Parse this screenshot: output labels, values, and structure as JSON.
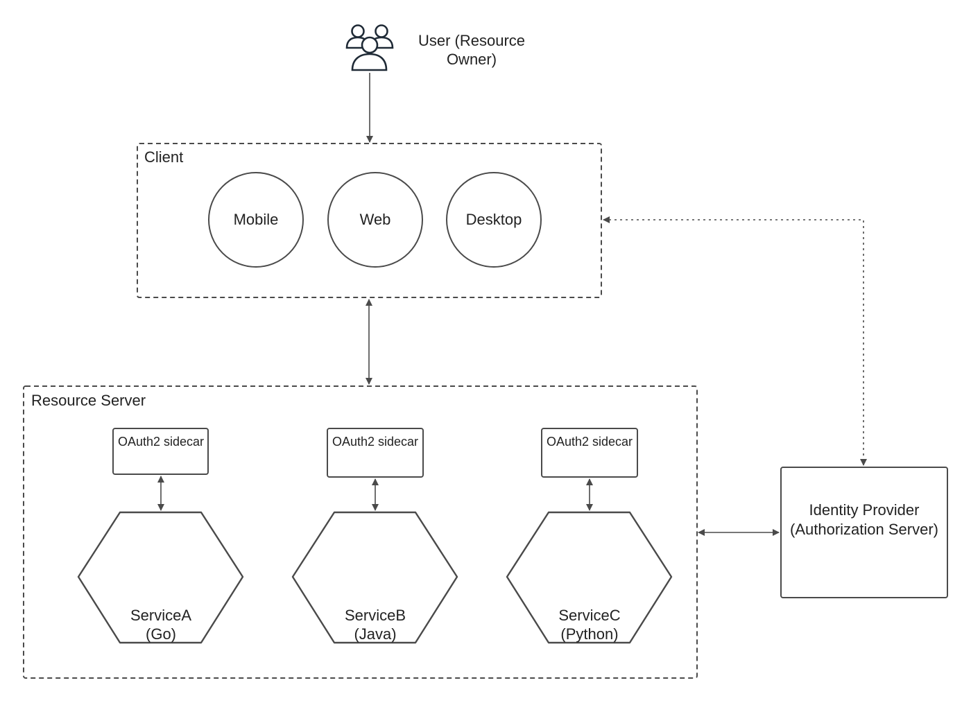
{
  "user": {
    "label": "User (Resource Owner)"
  },
  "client": {
    "title": "Client",
    "platforms": [
      "Mobile",
      "Web",
      "Desktop"
    ]
  },
  "resource_server": {
    "title": "Resource Server",
    "sidecar_label": "OAuth2 sidecar",
    "services": [
      {
        "name": "ServiceA",
        "lang": "(Go)"
      },
      {
        "name": "ServiceB",
        "lang": "(Java)"
      },
      {
        "name": "ServiceC",
        "lang": "(Python)"
      }
    ]
  },
  "identity_provider": {
    "label": "Identity Provider (Authorization Server)"
  },
  "colors": {
    "stroke": "#4a4a4a",
    "icon": "#1f2a36",
    "text": "#222222"
  }
}
